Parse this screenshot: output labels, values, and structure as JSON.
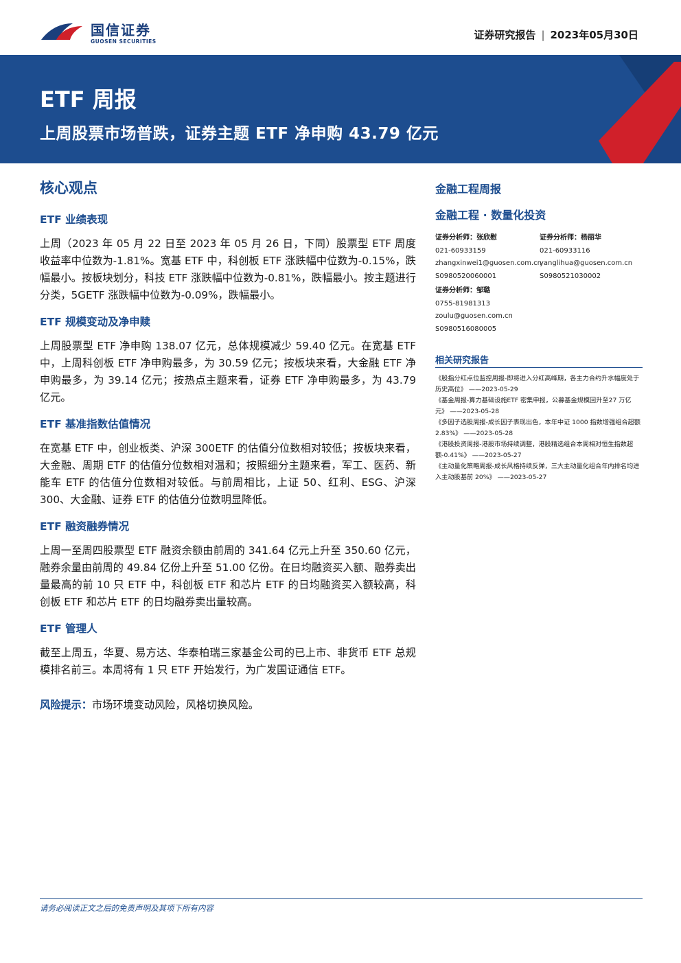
{
  "header": {
    "logo_cn": "国信证券",
    "logo_en": "GUOSEN SECURITIES",
    "report_type": "证券研究报告",
    "separator": "|",
    "date": "2023年05月30日"
  },
  "banner": {
    "title": "ETF 周报",
    "subtitle": "上周股票市场普跌，证券主题 ETF 净申购 43.79 亿元"
  },
  "main": {
    "core_heading": "核心观点",
    "sections": [
      {
        "heading": "ETF 业绩表现",
        "text": "上周（2023 年 05 月 22 日至 2023 年 05 月 26 日，下同）股票型 ETF 周度收益率中位数为-1.81%。宽基 ETF 中，科创板 ETF 涨跌幅中位数为-0.15%，跌幅最小。按板块划分，科技 ETF 涨跌幅中位数为-0.81%，跌幅最小。按主题进行分类，5GETF 涨跌幅中位数为-0.09%，跌幅最小。"
      },
      {
        "heading": "ETF 规模变动及净申赎",
        "text": "上周股票型 ETF 净申购 138.07 亿元，总体规模减少 59.40 亿元。在宽基 ETF 中，上周科创板 ETF 净申购最多，为 30.59 亿元；按板块来看，大金融 ETF 净申购最多，为 39.14 亿元；按热点主题来看，证券 ETF 净申购最多，为 43.79 亿元。"
      },
      {
        "heading": "ETF 基准指数估值情况",
        "text": "在宽基 ETF 中，创业板类、沪深 300ETF 的估值分位数相对较低；按板块来看，大金融、周期 ETF 的估值分位数相对温和；按照细分主题来看，军工、医药、新能车 ETF 的估值分位数相对较低。与前周相比，上证 50、红利、ESG、沪深 300、大金融、证券 ETF 的估值分位数明显降低。"
      },
      {
        "heading": "ETF 融资融券情况",
        "text": "上周一至周四股票型 ETF 融资余额由前周的 341.64 亿元上升至 350.60 亿元，融券余量由前周的 49.84 亿份上升至 51.00 亿份。在日均融资买入额、融券卖出量最高的前 10 只 ETF 中，科创板 ETF 和芯片 ETF 的日均融资买入额较高，科创板 ETF 和芯片 ETF 的日均融券卖出量较高。"
      },
      {
        "heading": "ETF 管理人",
        "text": "截至上周五，华夏、易方达、华泰柏瑞三家基金公司的已上市、非货币 ETF 总规模排名前三。本周将有 1 只 ETF 开始发行，为广发国证通信 ETF。"
      }
    ],
    "risk_label": "风险提示：",
    "risk_text": "市场环境变动风险，风格切换风险。"
  },
  "side": {
    "report_series": "金融工程周报",
    "category": "金融工程 · 数量化投资",
    "analysts": [
      {
        "title": "证券分析师：张欣慰",
        "phone": "021-60933159",
        "email": "zhangxinwei1@guosen.com.cn",
        "license": "S0980520060001"
      },
      {
        "title": "证券分析师：杨丽华",
        "phone": "021-60933116",
        "email": "yanglihua@guosen.com.cn",
        "license": "S0980521030002"
      },
      {
        "title": "证券分析师：邹璐",
        "phone": "0755-81981313",
        "email": "zoulu@guosen.com.cn",
        "license": "S0980516080005"
      }
    ],
    "related_heading": "相关研究报告",
    "related": [
      "《股指分红点位监控周报-即将进入分红高峰期，各主力合约升水幅度处于历史高位》 ——2023-05-29",
      "《基金周报-算力基础设施ETF 密集申报，公募基金规模回升至27 万亿元》 ——2023-05-28",
      "《多因子选股周报-成长因子表现出色，本年中证 1000 指数增强组合超额 2.83%》 ——2023-05-28",
      "《港股投资周报-港股市场持续调整，港股精选组合本周相对恒生指数超额-0.41%》 ——2023-05-27",
      "《主动量化策略周报-成长风格持续反弹，三大主动量化组合年内排名均进入主动股基前 20%》 ——2023-05-27"
    ]
  },
  "footer": {
    "disclaimer": "请务必阅读正文之后的免责声明及其项下所有内容"
  },
  "colors": {
    "brand_blue": "#1d4d8f",
    "accent_red": "#d0202a"
  }
}
